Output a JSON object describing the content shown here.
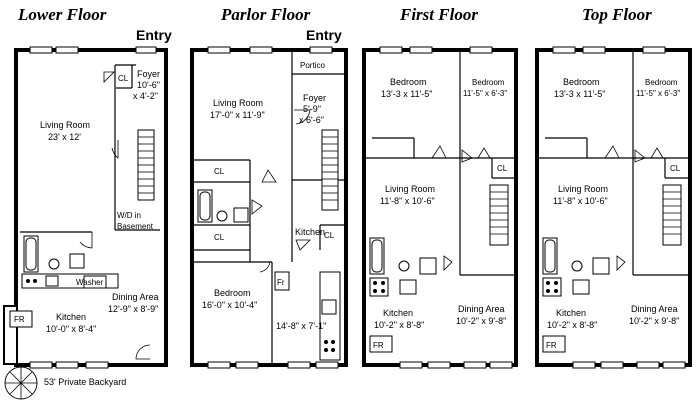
{
  "floors": [
    {
      "title": "Lower Floor",
      "entry": "Entry",
      "rooms": {
        "closet": "CL",
        "foyer_name": "Foyer",
        "foyer_dim1": "10'-6\"",
        "foyer_dim2": "x 4'-2\"",
        "living_name": "Living Room",
        "living_dim": "23' x 12'",
        "wd_line1": "W/D in",
        "wd_line2": "Basement",
        "washer": "Washer",
        "dining_name": "Dining Area",
        "dining_dim": "12'-9\" x 8'-9\"",
        "fr": "FR",
        "kitchen_name": "Kitchen",
        "kitchen_dim": "10'-0\" x 8'-4\""
      }
    },
    {
      "title": "Parlor Floor",
      "entry": "Entry",
      "rooms": {
        "portico": "Portico",
        "foyer_name": "Foyer",
        "foyer_dim1": "5'-9\"",
        "foyer_dim2": "x 6'-6\"",
        "living_name": "Living Room",
        "living_dim": "17'-0\" x 11'-9\"",
        "closet_a": "CL",
        "closet_b": "CL",
        "closet_c": "CL",
        "fr": "Fr",
        "kitchen_name": "Kitchen",
        "kitchen_dim": "14'-8\" x 7'-1\"",
        "bedroom_name": "Bedroom",
        "bedroom_dim": "16'-0\" x 10'-4\""
      }
    },
    {
      "title": "First Floor",
      "rooms": {
        "bed1_name": "Bedroom",
        "bed1_dim": "13'-3 x 11'-5\"",
        "bed2_name": "Bedroom",
        "bed2_dim": "11'-5\" x 6'-3\"",
        "closet": "CL",
        "living_name": "Living Room",
        "living_dim": "11'-8\" x 10'-6\"",
        "kitchen_name": "Kitchen",
        "kitchen_dim": "10'-2\" x 8'-8\"",
        "dining_name": "Dining Area",
        "dining_dim": "10'-2\" x 9'-8\"",
        "fr": "FR"
      }
    },
    {
      "title": "Top Floor",
      "rooms": {
        "bed1_name": "Bedroom",
        "bed1_dim": "13'-3 x 11'-5\"",
        "bed2_name": "Bedroom",
        "bed2_dim": "11'-5\" x 6'-3\"",
        "closet": "CL",
        "living_name": "Living Room",
        "living_dim": "11'-8\" x 10'-6\"",
        "kitchen_name": "Kitchen",
        "kitchen_dim": "10'-2\" x 8'-8\"",
        "dining_name": "Dining Area",
        "dining_dim": "10'-2\" x 9'-8\"",
        "fr": "FR"
      }
    }
  ],
  "backyard": "53' Private Backyard"
}
